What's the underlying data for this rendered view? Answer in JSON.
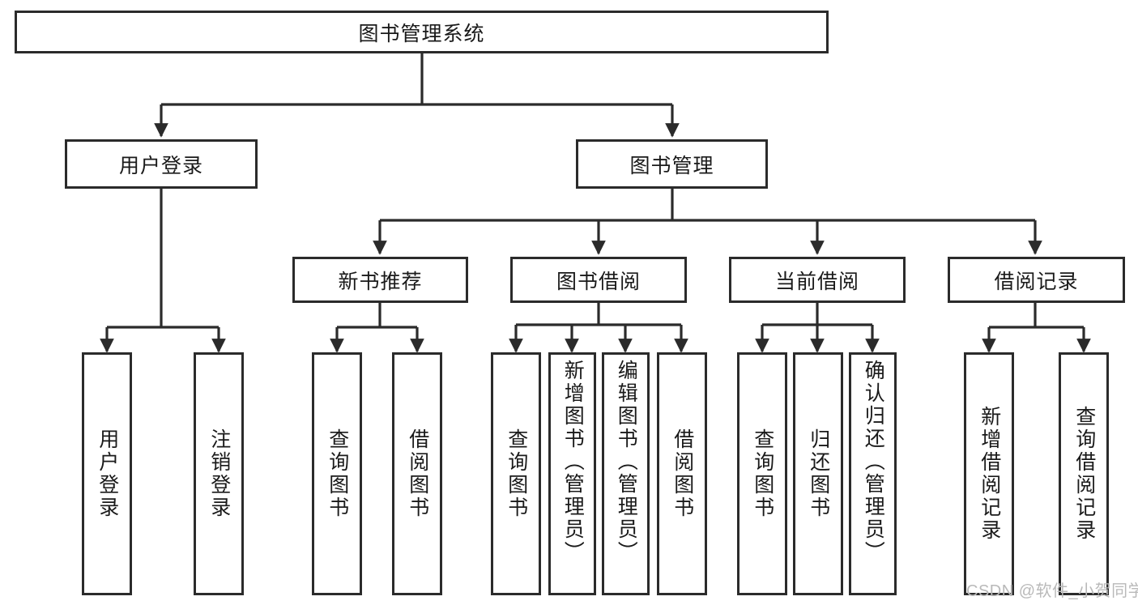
{
  "diagram": {
    "title": "图书管理系统",
    "type": "hierarchy-tree",
    "colors": {
      "box_border": "#2b2b2b",
      "box_fill": "#ffffff",
      "edge": "#2b2b2b",
      "text": "#1a1a1a",
      "watermark": "#b9b9b9"
    },
    "levels": {
      "root": {
        "label": "图书管理系统"
      },
      "level2": [
        {
          "label": "用户登录"
        },
        {
          "label": "图书管理"
        }
      ],
      "level3": [
        {
          "label": "新书推荐"
        },
        {
          "label": "图书借阅"
        },
        {
          "label": "当前借阅"
        },
        {
          "label": "借阅记录"
        }
      ],
      "leaves": [
        {
          "label": "用户登录",
          "parent": "用户登录"
        },
        {
          "label": "注销登录",
          "parent": "用户登录"
        },
        {
          "label": "查询图书",
          "parent": "新书推荐"
        },
        {
          "label": "借阅图书",
          "parent": "新书推荐"
        },
        {
          "label": "查询图书",
          "parent": "图书借阅"
        },
        {
          "label": "新增图书（管理员）",
          "parent": "图书借阅"
        },
        {
          "label": "编辑图书（管理员）",
          "parent": "图书借阅"
        },
        {
          "label": "借阅图书",
          "parent": "图书借阅"
        },
        {
          "label": "查询图书",
          "parent": "当前借阅"
        },
        {
          "label": "归还图书",
          "parent": "当前借阅"
        },
        {
          "label": "确认归还（管理员）",
          "parent": "当前借阅"
        },
        {
          "label": "新增借阅记录",
          "parent": "借阅记录"
        },
        {
          "label": "查询借阅记录",
          "parent": "借阅记录"
        }
      ]
    },
    "watermark": "CSDN @软件_小贺同学"
  }
}
